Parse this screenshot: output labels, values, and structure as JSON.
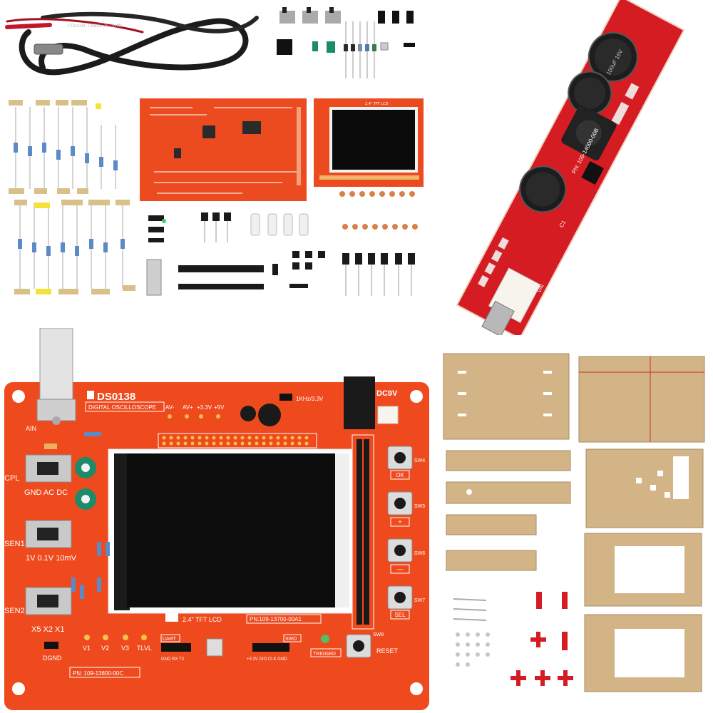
{
  "colors": {
    "pcb_orange": "#ef4a1e",
    "pcb_red": "#d91c22",
    "acrylic": "#c9a97c",
    "lcd_black": "#111111",
    "white": "#ffffff"
  },
  "main_board": {
    "model": "DS0138",
    "subtitle": "DIGITAL OSCILLOSCOPE",
    "power_label": "DC9V",
    "ain": "AIN",
    "av_minus": "AV-",
    "av_plus": "AV+",
    "v33": "+3.3V",
    "v5": "+5V",
    "signal": "1KHz/3.3V",
    "cpl": "CPL",
    "coupling": "GND  AC  DC",
    "sen1": "SEN1",
    "sen1_range": "1V 0.1V 10mV",
    "sen2": "SEN2",
    "sen2_range": "X5   X2   X1",
    "lcd_label": "2.4\" TFT LCD",
    "lcd_pn": "PN:109-13700-00A1",
    "board_pn": "PN: 109-13800-00C",
    "dgnd": "DGND",
    "uart": "UART",
    "uart_pins": "GND RX TX",
    "swd": "SWD",
    "swd_pins": "+3.3V DIO CLK GND",
    "trigged": "TRIGGED",
    "buttons": {
      "ok": "OK",
      "plus": "+",
      "minus": "—",
      "sel": "SEL",
      "reset": "RESET"
    },
    "sw": [
      "SW4",
      "SW5",
      "SW6",
      "SW7",
      "SW8"
    ],
    "v_labels": [
      "V1",
      "V2",
      "V3",
      "TLVL"
    ]
  },
  "power_board": {
    "pn": "PN: 109-14000-00B",
    "cap_c1": "C1",
    "vin": "VIN",
    "cap_marks": "100uF 16V"
  },
  "lcd_module": {
    "silk": "2.4\" TFT LCD"
  },
  "cable": {
    "print": "COAXIAL CABLE 75 OHMS"
  }
}
